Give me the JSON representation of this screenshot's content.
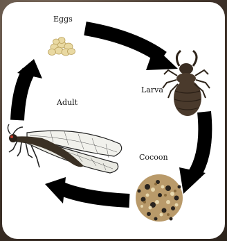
{
  "diagram": {
    "stages": {
      "eggs": {
        "label": "Eggs"
      },
      "larva": {
        "label": "Larva"
      },
      "cocoon": {
        "label": "Cocoon"
      },
      "adult": {
        "label": "Adult"
      }
    },
    "colors": {
      "arrow": "#000000",
      "egg": "#e9d9a2",
      "larva_body": "#4a3a2c",
      "cocoon_dark": "#2a241e",
      "cocoon_light": "#d9c79a",
      "wing": "#f1f1ec"
    }
  }
}
